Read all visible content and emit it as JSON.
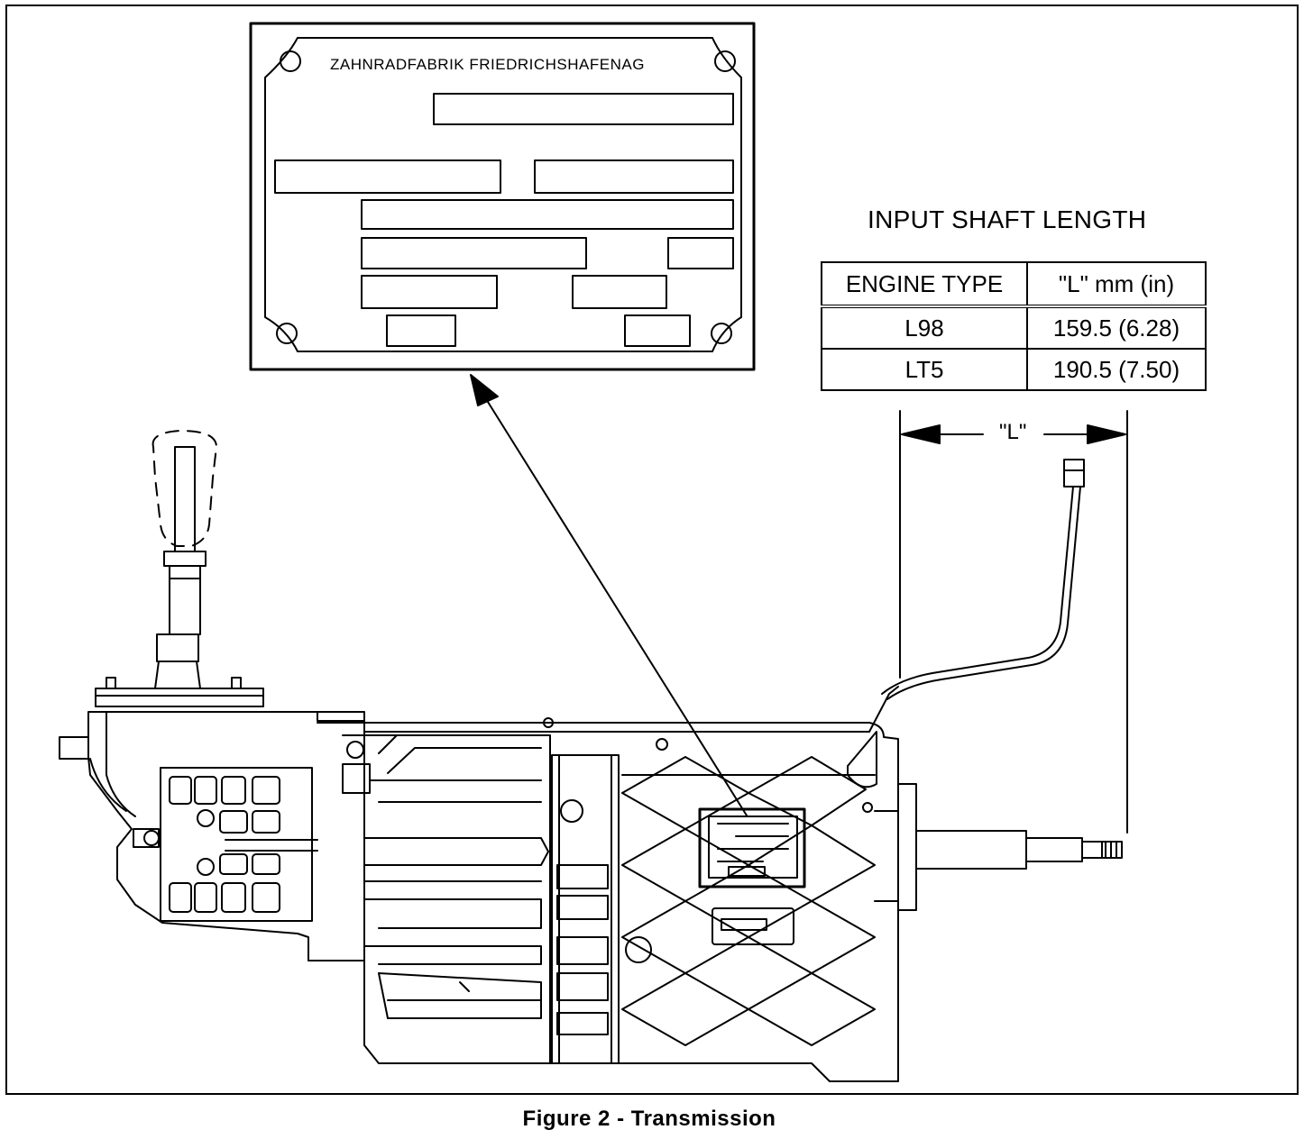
{
  "plate": {
    "manufacturer": "ZAHNRADFABRIK  FRIEDRICHSHAFENAG"
  },
  "spec": {
    "title": "INPUT SHAFT LENGTH",
    "headers": [
      "ENGINE TYPE",
      "\"L\" mm (in)"
    ],
    "rows": [
      {
        "engine": "L98",
        "length": "159.5 (6.28)"
      },
      {
        "engine": "LT5",
        "length": "190.5 (7.50)"
      }
    ]
  },
  "dimension": {
    "label": "\"L\""
  },
  "figure": {
    "caption": "Figure 2 - Transmission"
  }
}
